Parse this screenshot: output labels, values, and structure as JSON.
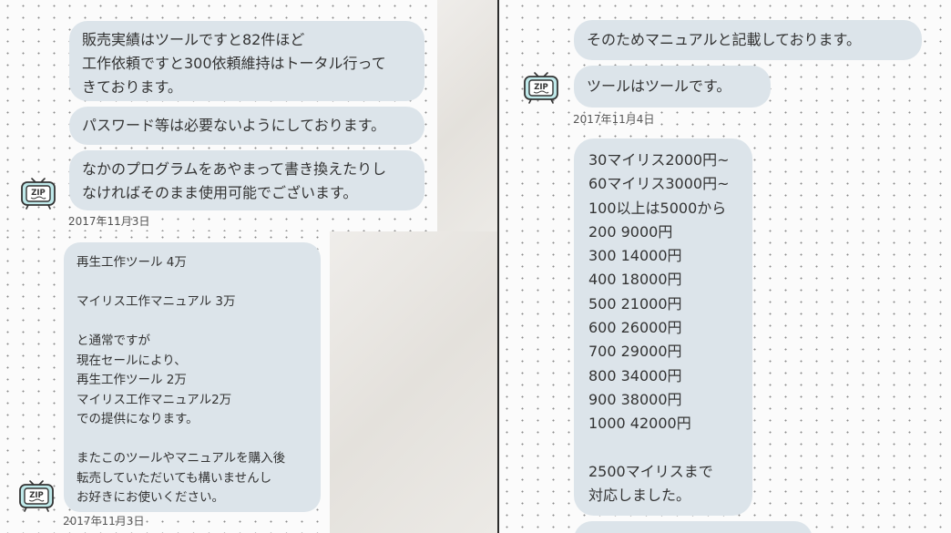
{
  "left_top": {
    "messages": [
      "販売実績はツールですと82件ほど\n工作依頼ですと300依頼維持はトータル行って\nきております。",
      "パスワード等は必要ないようにしております。",
      "なかのプログラムをあやまって書き換えたりし\nなければそのまま使用可能でございます。"
    ],
    "date": "2017年11月3日"
  },
  "left_bottom": {
    "message": "再生工作ツール 4万\n\nマイリス工作マニュアル 3万\n\nと通常ですが\n現在セールにより、\n再生工作ツール 2万\nマイリス工作マニュアル2万\nでの提供になります。\n\nまたこのツールやマニュアルを購入後\n転売していただいても構いませんし\nお好きにお使いください。",
    "date": "2017年11月3日"
  },
  "right": {
    "messages": [
      "そのためマニュアルと記載しております。",
      "ツールはツールです。"
    ],
    "date": "2017年11月4日",
    "price_list": "30マイリス2000円~\n60マイリス3000円~\n100以上は5000から\n200 9000円\n300 14000円\n400 18000円\n500 21000円\n600 26000円\n700 29000円\n800 34000円\n900 38000円\n1000 42000円\n\n2500マイリスまで\n対応しました。"
  },
  "avatar_icon": "zip-tv-icon",
  "avatar_label": "ZIP",
  "colors": {
    "bubble": "#dce4ea",
    "avatar_fill": "#bfe9ea",
    "text": "#333333"
  }
}
